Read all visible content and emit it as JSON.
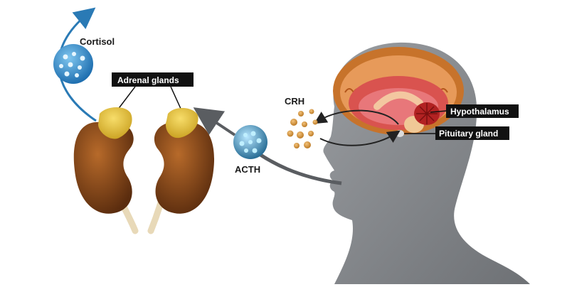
{
  "labels": {
    "cortisol": "Cortisol",
    "adrenal_glands": "Adrenal glands",
    "crh": "CRH",
    "acth": "ACTH",
    "hypothalamus": "Hypothalamus",
    "pituitary_gland": "Pituitary gland"
  },
  "colors": {
    "cortisol_arrow": "#2a7ab5",
    "cortisol_molecule": "#2e86c8",
    "acth_molecule": "#3aa6d8",
    "crh_particles": "#d4922f",
    "kidney": "#8b4a1c",
    "adrenal": "#e6c23a",
    "head_silhouette": "#8a8d91",
    "brain_outer": "#c7732b",
    "brain_inner": "#d9534f",
    "label_box": "#111111",
    "arrow_gray": "#5a5d61"
  },
  "icons": [
    "cortisol-molecule-icon",
    "acth-molecule-icon",
    "crh-particles-icon",
    "kidney-icon",
    "adrenal-gland-icon",
    "brain-icon",
    "head-silhouette-icon"
  ]
}
